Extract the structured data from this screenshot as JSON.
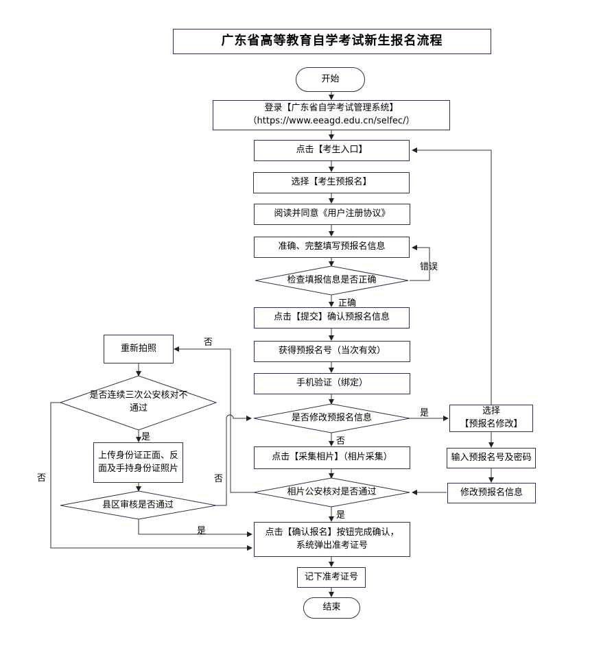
{
  "title": "广东省高等教育自学考试新生报名流程",
  "nodes": {
    "start": "开始",
    "login_1": "登录【广东省自学考试管理系统】",
    "login_2": "（https://www.eeagd.edu.cn/selfec/）",
    "click_entry": "点击【考生入口】",
    "select_pre": "选择【考生预报名】",
    "read_agree": "阅读并同意《用户注册协议》",
    "fill_info": "准确、完整填写预报名信息",
    "check_info": "检查填报信息是否正确",
    "submit": "点击【提交】确认预报名信息",
    "get_number": "获得预报名号（当次有效）",
    "phone_verify": "手机验证（绑定）",
    "modify_q": "是否修改预报名信息",
    "select_modify_1": "选择",
    "select_modify_2": "【预报名修改】",
    "input_number": "输入预报名号及密码",
    "modify_info": "修改预报名信息",
    "collect_photo": "点击【采集相片】（相片采集）",
    "photo_check": "相片公安核对是否通过",
    "retake": "重新拍照",
    "three_times_1": "是否连续三次公安核对不",
    "three_times_2": "通过",
    "upload_1": "上传身份证正面、反",
    "upload_2": "面及手持身份证照片",
    "county_check": "县区审核是否通过",
    "confirm_1": "点击【确认报名】按钮完成确认，",
    "confirm_2": "系统弹出准考证号",
    "note_number": "记下准考证号",
    "end": "结束"
  },
  "edge_labels": {
    "error": "错误",
    "correct": "正确",
    "yes_modify": "是",
    "no_modify": "否",
    "no_photo": "否",
    "yes_photo": "是",
    "yes_three": "是",
    "no_three": "否",
    "no_county": "否",
    "yes_county": "是"
  }
}
